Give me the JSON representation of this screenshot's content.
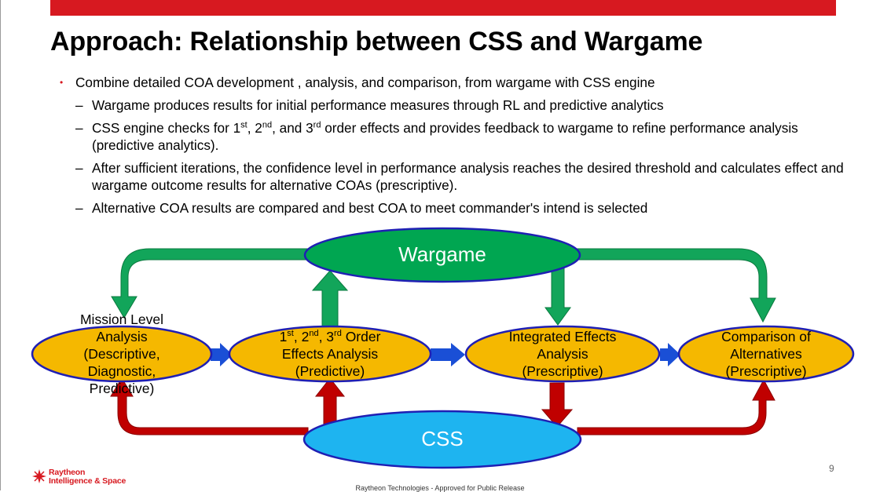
{
  "slide": {
    "title": "Approach: Relationship between CSS and Wargame",
    "bullet_main": "Combine detailed COA development , analysis, and comparison, from wargame with CSS engine",
    "sub_bullets": [
      {
        "parts": [
          "Wargame produces results for initial performance measures through RL and predictive analytics"
        ]
      },
      {
        "parts": [
          "CSS engine checks for 1",
          "st",
          ", 2",
          "nd",
          ", and 3",
          "rd",
          " order effects and provides feedback to wargame to refine performance analysis (predictive analytics)."
        ]
      },
      {
        "parts": [
          "After sufficient iterations, the confidence level in performance analysis reaches the desired threshold and calculates effect and wargame outcome results for alternative COAs (prescriptive)."
        ]
      },
      {
        "parts": [
          "Alternative COA results are compared and best COA to meet commander's intend is selected"
        ]
      }
    ],
    "dash": "–",
    "bullet_dot": "•"
  },
  "diagram": {
    "wargame_label": "Wargame",
    "css_label": "CSS",
    "node1": {
      "line1": "Mission Level",
      "line2": "Analysis",
      "line3": "(Descriptive,",
      "line4": "Diagnostic,",
      "line5": "Predictive)"
    },
    "node2": {
      "l1a": "1",
      "l1b": "st",
      "l1c": ", 2",
      "l1d": "nd",
      "l1e": ", 3",
      "l1f": "rd",
      "l1g": " Order",
      "line2": "Effects Analysis",
      "line3": "(Predictive)"
    },
    "node3": {
      "line1": "Integrated Effects",
      "line2": "Analysis",
      "line3": "(Prescriptive)"
    },
    "node4": {
      "line1": "Comparison of",
      "line2": "Alternatives",
      "line3": "(Prescriptive)"
    },
    "colors": {
      "ellipse_yellow": "#f5b800",
      "ellipse_green": "#00a651",
      "ellipse_blue": "#1eb4f0",
      "ellipse_border": "#1f1fb4",
      "arrow_green": "#12a55a",
      "arrow_red": "#c00000",
      "arrow_blue": "#1a4fd6"
    }
  },
  "footer": {
    "logo_line1": "Raytheon",
    "logo_line2": "Intelligence & Space",
    "release": "Raytheon Technologies - Approved for Public Release",
    "page_number": "9"
  }
}
